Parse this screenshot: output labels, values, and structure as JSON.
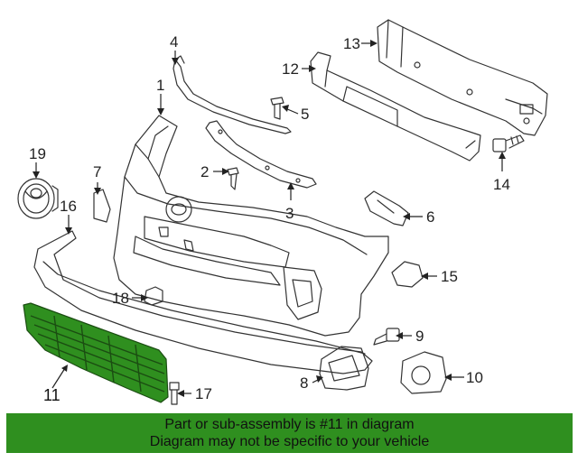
{
  "diagram": {
    "callouts": [
      {
        "id": "1",
        "label": "1"
      },
      {
        "id": "2",
        "label": "2"
      },
      {
        "id": "3",
        "label": "3"
      },
      {
        "id": "4",
        "label": "4"
      },
      {
        "id": "5",
        "label": "5"
      },
      {
        "id": "6",
        "label": "6"
      },
      {
        "id": "7",
        "label": "7"
      },
      {
        "id": "8",
        "label": "8"
      },
      {
        "id": "9",
        "label": "9"
      },
      {
        "id": "10",
        "label": "10"
      },
      {
        "id": "11",
        "label": "11"
      },
      {
        "id": "12",
        "label": "12"
      },
      {
        "id": "13",
        "label": "13"
      },
      {
        "id": "14",
        "label": "14"
      },
      {
        "id": "15",
        "label": "15"
      },
      {
        "id": "16",
        "label": "16"
      },
      {
        "id": "17",
        "label": "17"
      },
      {
        "id": "18",
        "label": "18"
      },
      {
        "id": "19",
        "label": "19"
      }
    ],
    "highlight_color": "#2f8f1f",
    "line_color": "#333333",
    "part_fill": "#ffffff"
  },
  "banner": {
    "line1": "Part or sub-assembly is #11 in diagram",
    "line2": "Diagram may not be specific to your vehicle",
    "background": "#2f8f1f"
  }
}
